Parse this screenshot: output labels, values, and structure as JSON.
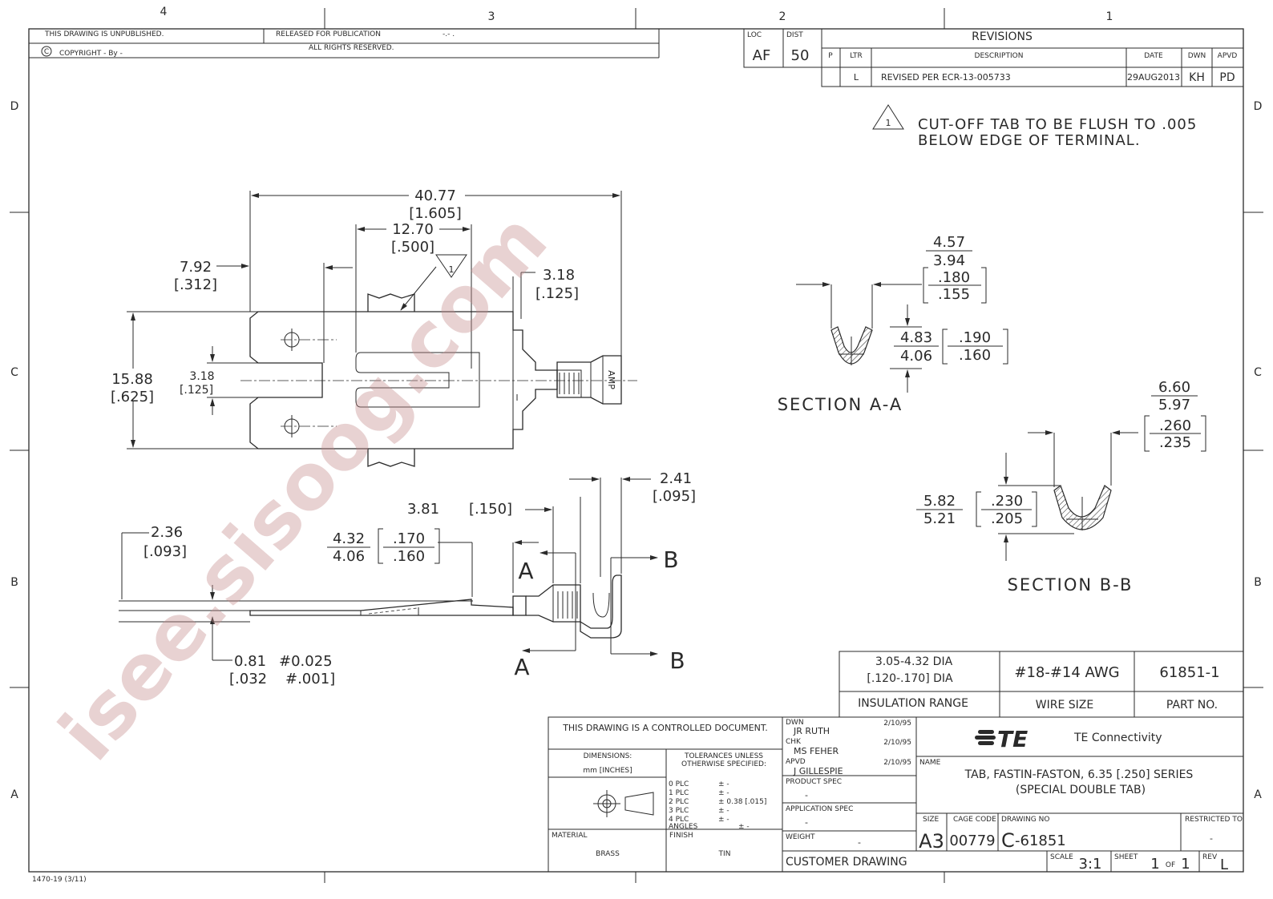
{
  "border": {
    "top_zones": [
      "4",
      "3",
      "2",
      "1"
    ],
    "side_zones": [
      "D",
      "C",
      "B",
      "A"
    ],
    "form_number": "1470-19  (3/11)"
  },
  "header": {
    "unpublished": "THIS DRAWING IS UNPUBLISHED.",
    "released": "RELEASED FOR PUBLICATION",
    "released_value": "-.-  .",
    "copyright_symbol": "C",
    "copyright": "COPYRIGHT  -    By  -",
    "rights": "ALL RIGHTS RESERVED."
  },
  "loc_dist": {
    "loc_label": "LOC",
    "loc_value": "AF",
    "dist_label": "DIST",
    "dist_value": "50"
  },
  "revisions": {
    "title": "REVISIONS",
    "headers": {
      "p": "P",
      "ltr": "LTR",
      "description": "DESCRIPTION",
      "date": "DATE",
      "dwn": "DWN",
      "apvd": "APVD"
    },
    "row": {
      "ltr": "L",
      "description": "REVISED PER ECR-13-005733",
      "date": "29AUG2013",
      "dwn": "KH",
      "apvd": "PD"
    }
  },
  "note": {
    "flag": "1",
    "line1": "CUT-OFF TAB TO BE FLUSH TO .005",
    "line2": "BELOW EDGE OF TERMINAL."
  },
  "top_view": {
    "overall_mm": "40.77",
    "overall_in": "[1.605]",
    "slot_mm": "12.70",
    "slot_in": "[.500]",
    "flag": "1",
    "offset_mm": "7.92",
    "offset_in": "[.312]",
    "width_mm": "15.88",
    "width_in": "[.625]",
    "gap_mm": "3.18",
    "gap_in": "[.125]",
    "tab_mm": "3.18",
    "tab_in": "[.125]",
    "marking": "AMP"
  },
  "side_view": {
    "rise_mm": "2.36",
    "rise_in": "[.093]",
    "barrel_mm": "3.81",
    "barrel_in": "[.150]",
    "ins_max_mm": "4.32",
    "ins_min_mm": "4.06",
    "ins_max_in": ".170",
    "ins_min_in": ".160",
    "wire_mm": "2.41",
    "wire_in": "[.095]",
    "thick_mm": "0.81",
    "thick_tol_mm": "#0.025",
    "thick_in": "[.032",
    "thick_tol_in": "#.001]",
    "cut_a": "A",
    "cut_b": "B"
  },
  "section_aa": {
    "width_max_mm": "4.57",
    "width_min_mm": "3.94",
    "width_max_in": ".180",
    "width_min_in": ".155",
    "height_max_mm": "4.83",
    "height_min_mm": "4.06",
    "height_max_in": ".190",
    "height_min_in": ".160",
    "label": "SECTION  A-A"
  },
  "section_bb": {
    "width_max_mm": "6.60",
    "width_min_mm": "5.97",
    "width_max_in": ".260",
    "width_min_in": ".235",
    "height_max_mm": "5.82",
    "height_min_mm": "5.21",
    "height_max_in": ".230",
    "height_min_in": ".205",
    "label": "SECTION  B-B"
  },
  "spec_table": {
    "insulation_mm": "3.05-4.32 DIA",
    "insulation_in": "[.120-.170] DIA",
    "wire_size": "#18-#14 AWG",
    "part_no": "61851-1",
    "insulation_label": "INSULATION RANGE",
    "wire_label": "WIRE SIZE",
    "part_label": "PART NO."
  },
  "title_block": {
    "controlled": "THIS DRAWING IS A CONTROLLED DOCUMENT.",
    "dimensions_label": "DIMENSIONS:",
    "dimensions_unit": "mm [INCHES]",
    "tolerances_label_1": "TOLERANCES UNLESS",
    "tolerances_label_2": "OTHERWISE SPECIFIED:",
    "tolerances": [
      {
        "place": "0 PLC",
        "value": "± -"
      },
      {
        "place": "1 PLC",
        "value": "± -"
      },
      {
        "place": "2 PLC",
        "value": "± 0.38 [.015]"
      },
      {
        "place": "3 PLC",
        "value": "± -"
      },
      {
        "place": "4 PLC",
        "value": "± -"
      },
      {
        "place": "ANGLES",
        "value": "± -"
      }
    ],
    "material_label": "MATERIAL",
    "material": "BRASS",
    "finish_label": "FINISH",
    "finish": "TIN",
    "dwn_label": "DWN",
    "dwn_name": "JR RUTH",
    "dwn_date": "2/10/95",
    "chk_label": "CHK",
    "chk_name": "MS FEHER",
    "chk_date": "2/10/95",
    "apvd_label": "APVD",
    "apvd_name": "J GILLESPIE",
    "apvd_date": "2/10/95",
    "product_spec_label": "PRODUCT SPEC",
    "product_spec": "-",
    "application_spec_label": "APPLICATION SPEC",
    "application_spec": "-",
    "weight_label": "WEIGHT",
    "weight": "-",
    "customer": "CUSTOMER DRAWING",
    "company_logo": "TE",
    "company": "TE Connectivity",
    "name_label": "NAME",
    "name_1": "TAB, FASTIN-FASTON, 6.35 [.250] SERIES",
    "name_2": "(SPECIAL DOUBLE TAB)",
    "size_label": "SIZE",
    "size": "A3",
    "cage_label": "CAGE CODE",
    "cage": "00779",
    "drawing_no_label": "DRAWING NO",
    "drawing_no_prefix": "C",
    "drawing_no": "-61851",
    "restricted_label": "RESTRICTED TO",
    "restricted": "-",
    "scale_label": "SCALE",
    "scale": "3:1",
    "sheet_label": "SHEET",
    "sheet_n": "1",
    "sheet_of": "OF",
    "sheet_total": "1",
    "rev_label": "REV",
    "rev": "L"
  },
  "watermark": "isee.sisoog.com"
}
